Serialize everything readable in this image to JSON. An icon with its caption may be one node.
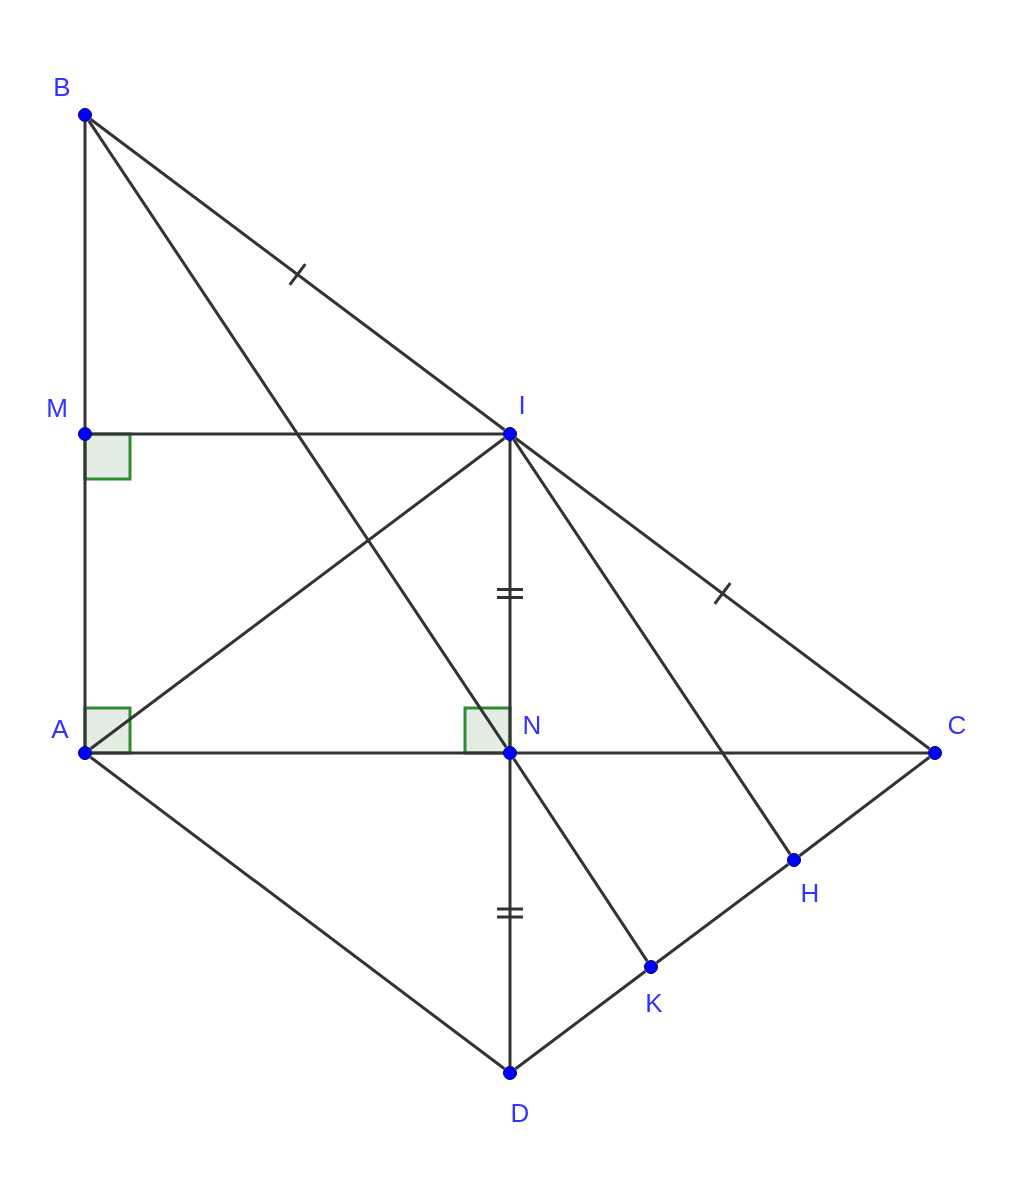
{
  "diagram": {
    "nodes": [
      {
        "text": [
          "B"
        ]
      },
      {
        "text": [
          "M"
        ]
      },
      {
        "text": [
          "I"
        ]
      },
      {
        "text": [
          "A"
        ]
      },
      {
        "text": [
          "N"
        ]
      },
      {
        "text": [
          "C"
        ]
      },
      {
        "text": [
          "H"
        ]
      },
      {
        "text": [
          "K"
        ]
      },
      {
        "text": [
          "D"
        ]
      }
    ],
    "edges": [
      {
        "from": 0,
        "to": 1,
        "arrow": "none"
      },
      {
        "from": 1,
        "to": 3,
        "arrow": "none"
      },
      {
        "from": 0,
        "to": 2,
        "arrow": "none"
      },
      {
        "from": 2,
        "to": 5,
        "arrow": "none"
      },
      {
        "from": 0,
        "to": 4,
        "arrow": "none"
      },
      {
        "from": 4,
        "to": 7,
        "arrow": "none"
      },
      {
        "from": 1,
        "to": 2,
        "arrow": "none"
      },
      {
        "from": 3,
        "to": 2,
        "arrow": "none"
      },
      {
        "from": 2,
        "to": 4,
        "arrow": "none"
      },
      {
        "from": 4,
        "to": 8,
        "arrow": "none"
      },
      {
        "from": 2,
        "to": 6,
        "arrow": "none"
      },
      {
        "from": 3,
        "to": 4,
        "arrow": "none"
      },
      {
        "from": 4,
        "to": 5,
        "arrow": "none"
      },
      {
        "from": 3,
        "to": 8,
        "arrow": "none"
      },
      {
        "from": 8,
        "to": 7,
        "arrow": "none"
      },
      {
        "from": 7,
        "to": 6,
        "arrow": "none"
      },
      {
        "from": 6,
        "to": 5,
        "arrow": "none"
      }
    ]
  }
}
